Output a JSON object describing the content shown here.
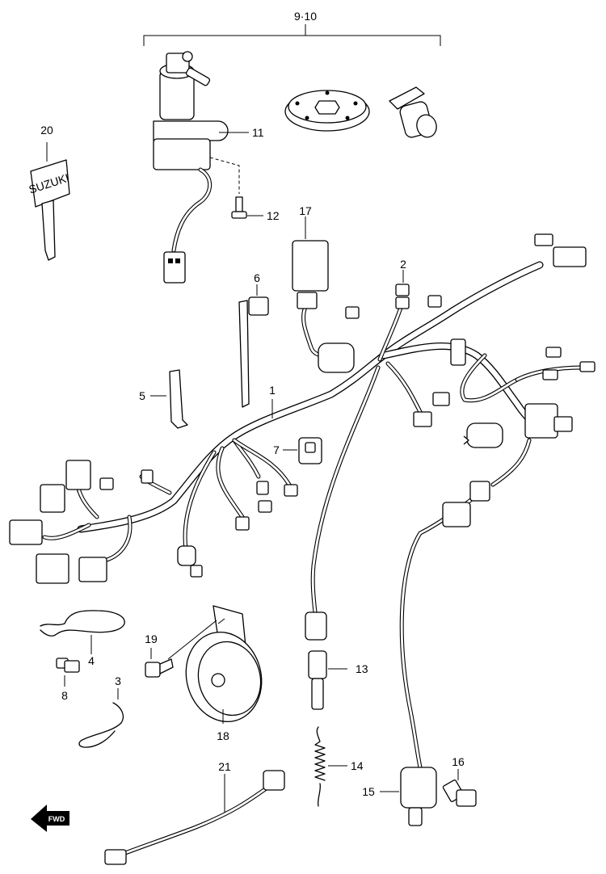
{
  "diagram": {
    "labels": {
      "set": "9·10",
      "p1": "1",
      "p2": "2",
      "p3": "3",
      "p4": "4",
      "p5": "5",
      "p6": "6",
      "p7": "7",
      "p8": "8",
      "p11": "11",
      "p12": "12",
      "p13": "13",
      "p14": "14",
      "p15": "15",
      "p16": "16",
      "p17": "17",
      "p18": "18",
      "p19": "19",
      "p20": "20",
      "p21": "21"
    },
    "fwd_label": "FWD",
    "key_brand": "SUZUKI"
  }
}
